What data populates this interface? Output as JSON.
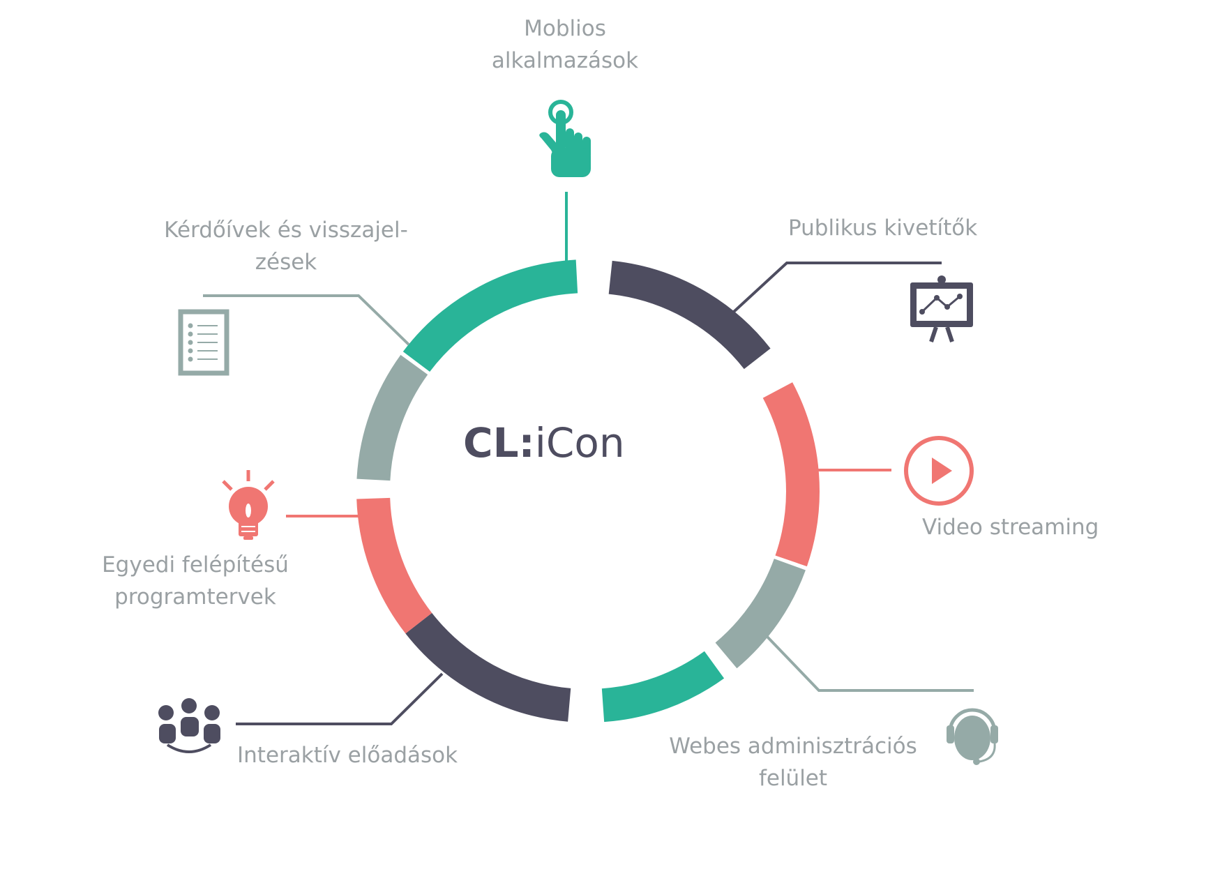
{
  "logo": {
    "strong": "CL:",
    "light": "iCon"
  },
  "colors": {
    "teal": "#29b498",
    "dark": "#4e4d60",
    "coral": "#f07672",
    "gray": "#95aaa7",
    "label": "#9aa0a3"
  },
  "features": [
    {
      "id": "mobile",
      "lines": [
        "Moblios",
        "alkalmazások"
      ],
      "icon": "touch-hand-icon",
      "color": "teal"
    },
    {
      "id": "public-screens",
      "lines": [
        "Publikus kivetítők"
      ],
      "icon": "presentation-board-icon",
      "color": "dark"
    },
    {
      "id": "video",
      "lines": [
        "Video streaming"
      ],
      "icon": "play-circle-icon",
      "color": "coral"
    },
    {
      "id": "web-admin",
      "lines": [
        "Webes adminisztrációs",
        "felület"
      ],
      "icon": "headset-support-icon",
      "color": "gray"
    },
    {
      "id": "interactive",
      "lines": [
        "Interaktív előadások"
      ],
      "icon": "people-group-icon",
      "color": "dark"
    },
    {
      "id": "custom-programs",
      "lines": [
        "Egyedi felépítésű",
        "programtervek"
      ],
      "icon": "lightbulb-icon",
      "color": "coral"
    },
    {
      "id": "surveys",
      "lines": [
        "Kérdőívek és visszajel-",
        "zések"
      ],
      "icon": "checklist-document-icon",
      "color": "gray"
    }
  ]
}
